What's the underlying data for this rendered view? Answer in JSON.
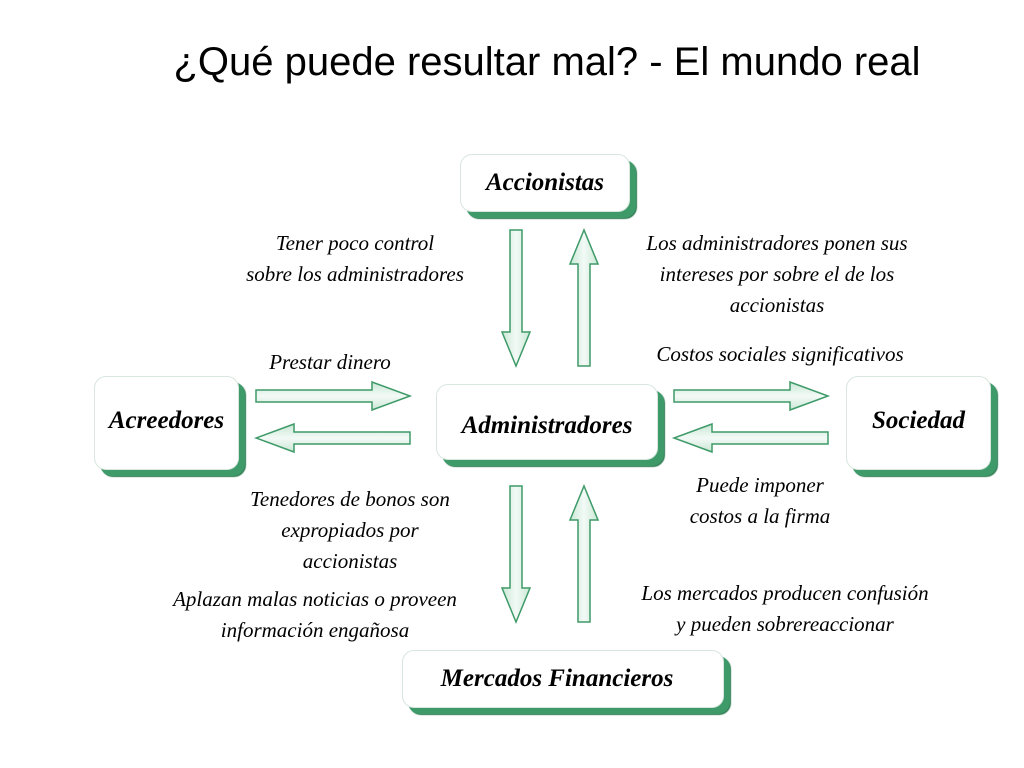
{
  "title": "¿Qué puede resultar mal? - El mundo real",
  "colors": {
    "arrow_fill": "#dcefe4",
    "arrow_stroke": "#3e9a68",
    "box_shadow": "#3e9a68"
  },
  "nodes": {
    "accionistas": "Accionistas",
    "acreedores": "Acreedores",
    "administradores": "Administradores",
    "sociedad": "Sociedad",
    "mercados": "Mercados Financieros"
  },
  "labels": {
    "poco_control_1": "Tener poco control",
    "poco_control_2": "sobre los administradores",
    "intereses_1": "Los administradores ponen sus",
    "intereses_2": "intereses por sobre el de los",
    "intereses_3": "accionistas",
    "prestar": "Prestar dinero",
    "costos_sociales": "Costos sociales significativos",
    "tenedores_1": "Tenedores de bonos son",
    "tenedores_2": "expropiados por",
    "tenedores_3": "accionistas",
    "imponer_1": "Puede imponer",
    "imponer_2": "costos a la firma",
    "aplazan_1": "Aplazan malas noticias o proveen",
    "aplazan_2": "información engañosa",
    "confusion_1": "Los mercados producen confusión",
    "confusion_2": "y pueden sobrereaccionar"
  }
}
